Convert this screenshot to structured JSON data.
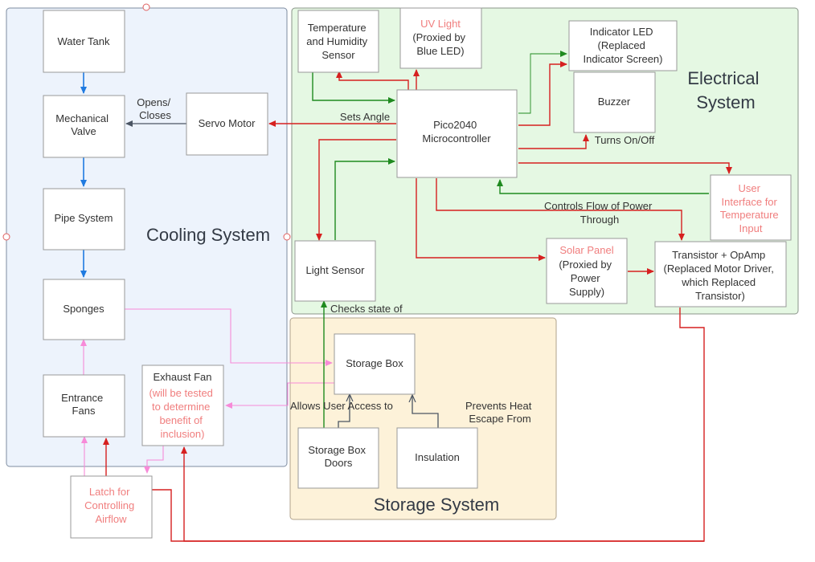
{
  "groups": {
    "cooling": "Cooling System",
    "electrical": [
      "Electrical",
      "System"
    ],
    "storage": "Storage System"
  },
  "nodes": {
    "water_tank": [
      "Water Tank"
    ],
    "mech_valve": [
      "Mechanical",
      "Valve"
    ],
    "pipe_system": [
      "Pipe System"
    ],
    "sponges": [
      "Sponges"
    ],
    "entrance_fans": [
      "Entrance",
      "Fans"
    ],
    "exhaust_fan": [
      "Exhaust Fan"
    ],
    "exhaust_fan_note": [
      "(will be tested",
      "to determine",
      "benefit of",
      "inclusion)"
    ],
    "latch": [
      "Latch  for",
      "Controlling",
      "Airflow"
    ],
    "servo_motor": [
      "Servo Motor"
    ],
    "temp_humidity": [
      "Temperature",
      "and Humidity",
      "Sensor"
    ],
    "uv_light": [
      "UV Light"
    ],
    "uv_light_note": [
      "(Proxied by",
      "Blue LED)"
    ],
    "indicator_led": [
      "Indicator LED",
      "(Replaced",
      "Indicator Screen)"
    ],
    "buzzer": [
      "Buzzer"
    ],
    "pico": [
      "Pico2040",
      "Microcontroller"
    ],
    "user_interface": [
      "User",
      "Interface for",
      "Temperature",
      "Input"
    ],
    "light_sensor": [
      "Light Sensor"
    ],
    "solar_panel": [
      "Solar Panel"
    ],
    "solar_panel_note": [
      "(Proxied by",
      "Power",
      "Supply)"
    ],
    "transistor": [
      "Transistor + OpAmp",
      "(Replaced Motor Driver,",
      "which Replaced",
      "Transistor)"
    ],
    "storage_box": [
      "Storage Box"
    ],
    "storage_doors": [
      "Storage Box",
      "Doors"
    ],
    "insulation": [
      "Insulation"
    ]
  },
  "edge_labels": {
    "opens_closes": [
      "Opens/",
      "Closes"
    ],
    "sets_angle": "Sets Angle",
    "turns_on_off": "Turns On/Off",
    "controls_flow": [
      "Controls Flow of Power",
      "Through"
    ],
    "checks_state": "Checks state of",
    "allows_access": "Allows User Access to",
    "prevents_heat": [
      "Prevents Heat",
      "Escape From"
    ]
  },
  "colors": {
    "cooling_bg": "#edf3fc",
    "cooling_border": "#7d8b9f",
    "electrical_bg": "#e5f8e3",
    "electrical_border": "#8a948a",
    "storage_bg": "#fdf2d9",
    "storage_border": "#b0a38c",
    "blue_arrow": "#1f7ae0",
    "red_arrow": "#d62020",
    "green_arrow": "#1f8a1f",
    "pink_arrow": "#f78ad8",
    "gray_arrow": "#4b5563",
    "red_text": "#f07e7e"
  }
}
